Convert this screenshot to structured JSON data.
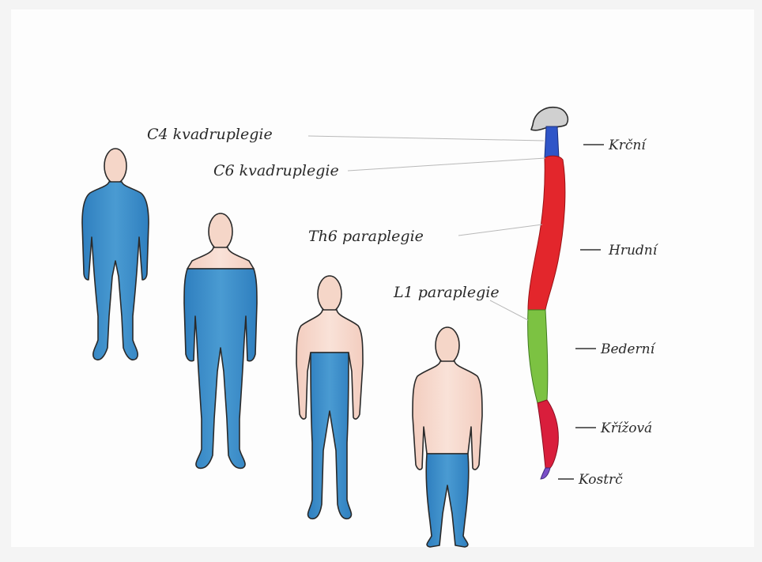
{
  "figures": [
    {
      "label": "C4 kvadruplegie"
    },
    {
      "label": "C6 kvadruplegie"
    },
    {
      "label": "Th6 paraplegie"
    },
    {
      "label": "L1 paraplegie"
    }
  ],
  "spine": {
    "regions": [
      {
        "label": "Krční",
        "color": "#2f55c8"
      },
      {
        "label": "Hrudní",
        "color": "#e3262c"
      },
      {
        "label": "Bederní",
        "color": "#7cc242"
      },
      {
        "label": "Křížová",
        "color": "#d91e3c"
      },
      {
        "label": "Kostrč",
        "color": "#7a4fc8"
      }
    ]
  },
  "colors": {
    "paper": "#fdfdfd",
    "paralysis": "#3e8fc8",
    "skin": "#f6d8cc",
    "skull": "#d0d0d0"
  }
}
